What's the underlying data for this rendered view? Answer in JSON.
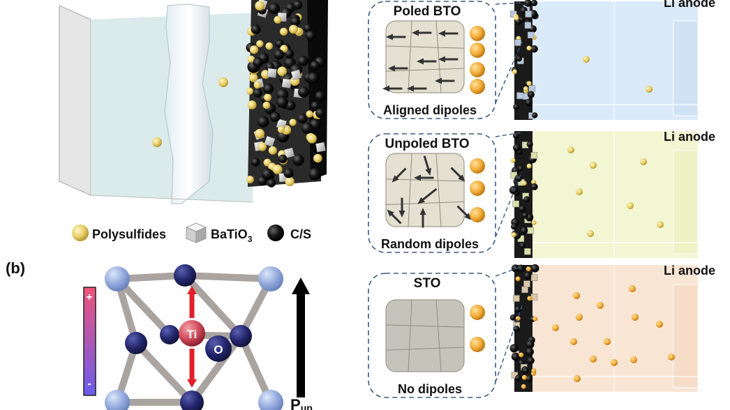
{
  "legend_a": {
    "polysulfides": "Polysulfides",
    "batio3_base": "BaTiO",
    "batio3_sub": "3",
    "cs": "C/S"
  },
  "panel_b_label": "(b)",
  "polarity": {
    "plus": "+",
    "minus": "-"
  },
  "atoms": {
    "ti": "Ti",
    "o": "O"
  },
  "pup": {
    "base": "P",
    "sub": "up"
  },
  "cells": [
    {
      "inset_title": "Poled BTO",
      "inset_caption": "Aligned dipoles",
      "anode_label": "Li anode"
    },
    {
      "inset_title": "Unpoled BTO",
      "inset_caption": "Random dipoles",
      "anode_label": "Li anode"
    },
    {
      "inset_title": "STO",
      "inset_caption": "No dipoles",
      "anode_label": "Li anode"
    }
  ],
  "colors": {
    "polysulfide": "#e8cf6a",
    "tint_1": "#cfe3f5",
    "tint_2": "#eef3c4",
    "tint_3": "#f7dcc6",
    "dipole_red": "#e0202a",
    "atom_blue": "#2c2f7a",
    "atom_light": "#8fa6d8",
    "inset_border": "#3c5a80"
  }
}
